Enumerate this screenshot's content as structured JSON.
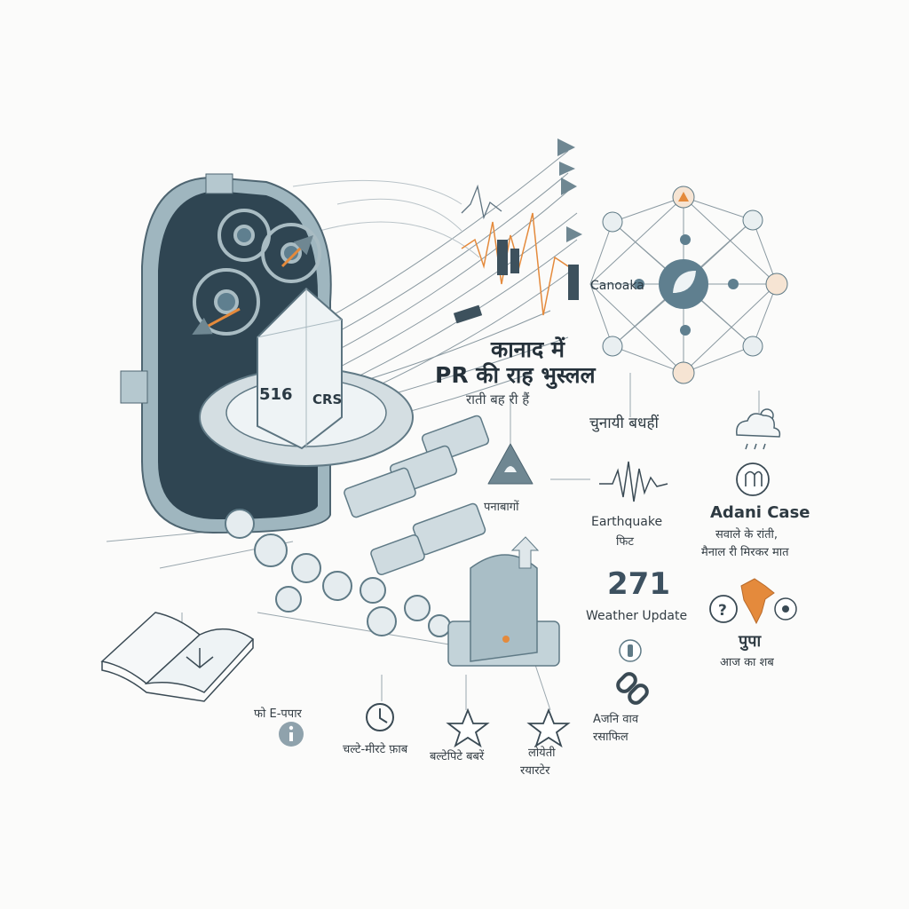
{
  "hero": {
    "title_line1": "कानाद में",
    "title_line2": "PR की राह भुस्लल",
    "subtitle": "राती बह री हैं"
  },
  "crystal": {
    "number": "516",
    "code": "CRS"
  },
  "network": {
    "center_label": "Canoaka"
  },
  "labels": {
    "elections": "चुनायी बधहीं",
    "leaf_label": "पनाबागों",
    "earthquake_title": "Earthquake",
    "earthquake_sub": "फिट",
    "count": "271",
    "weather": "Weather Update",
    "adani_title": "Adani Case",
    "adani_line1": "सवाले के रांती,",
    "adani_line2": "मैनाल री मिरकर मात",
    "word_title": "पुपा",
    "word_sub": "आज का शब",
    "epaper": "फो E-पपार",
    "recent": "चल्टे-मीरटे फ़ाब",
    "popular": "बल्टेपिटे बबरें",
    "loyalty_line1": "लोयेती",
    "loyalty_line2": "रयारटेर",
    "link_line1": "Aजनि वाव",
    "link_line2": "रसाफिल"
  },
  "colors": {
    "steel": "#5f7f8f",
    "dark_panel": "#2f4552",
    "accent_orange": "#e48a3c",
    "line_gray": "#9aa7ae",
    "mint": "#a9c2c8"
  },
  "icons": [
    "book-icon",
    "info-icon",
    "clock-icon",
    "star-icon",
    "link-icon",
    "weather-icon",
    "alert-icon",
    "question-icon",
    "india-map-icon",
    "leaf-icon"
  ]
}
